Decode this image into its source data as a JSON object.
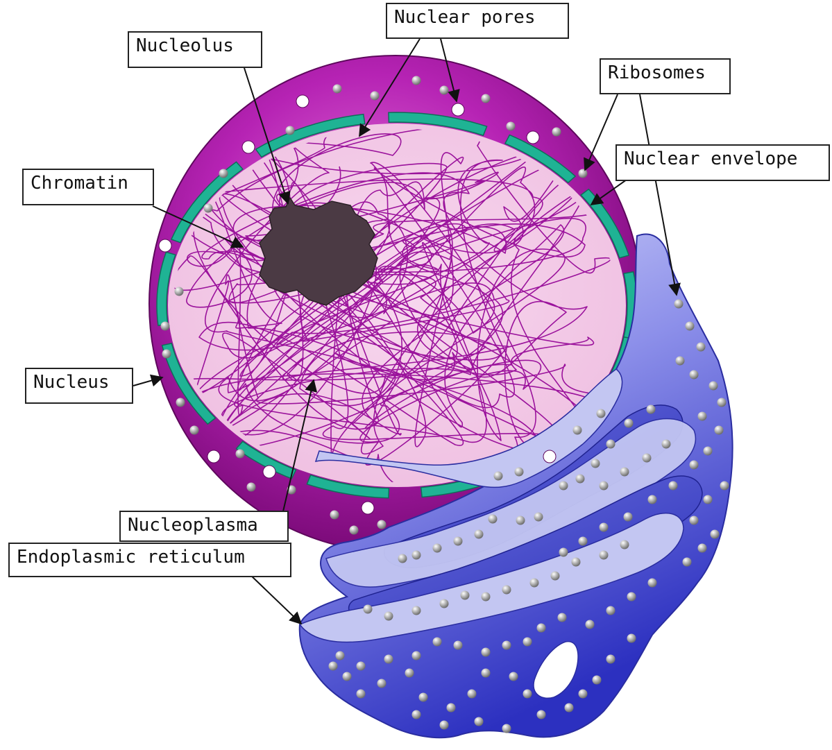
{
  "labels": {
    "nuclear_pores": "Nuclear pores",
    "nucleolus": "Nucleolus",
    "ribosomes": "Ribosomes",
    "nuclear_envelope": "Nuclear envelope",
    "chromatin": "Chromatin",
    "nucleus": "Nucleus",
    "nucleoplasma": "Nucleoplasma",
    "endoplasmic_reticulum": "Endoplasmic reticulum"
  },
  "colors": {
    "nucleus_outer": "#a0139e",
    "nucleus_inner": "#f3c9e7",
    "envelope_segment": "#1fb394",
    "chromatin": "#9b139c",
    "nucleolus": "#4b3a44",
    "er_light": "#c3c6f2",
    "er_dark": "#3438c6",
    "ribosome": "#9a9a9a",
    "pore": "#ffffff"
  }
}
